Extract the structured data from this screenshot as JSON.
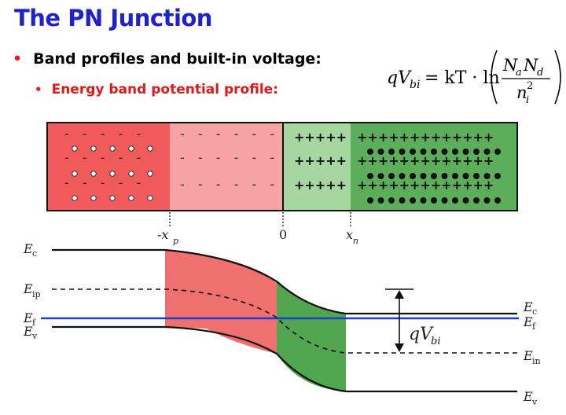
{
  "title": "The PN Junction",
  "bullet1": "Band profiles and built-in voltage:",
  "bullet2": "Energy band potential profile:",
  "formula": {
    "lhs": "qV",
    "lhs_sub": "bi",
    "eq": "= kT · ln",
    "num": "N",
    "num_sub1": "a",
    "num2": "N",
    "num_sub2": "d",
    "den": "n",
    "den_sub": "i",
    "den_sup": "2"
  },
  "junction": {
    "p_minus_row": "- - - - -",
    "p_minus_row_light": "- - - - - -",
    "n_plus_row_light": "+++++",
    "n_plus_row_dark": "+++++++++++++"
  },
  "axis_labels": {
    "xp": "-x",
    "xp_sub": "p",
    "zero": "0",
    "xn": "x",
    "xn_sub": "n"
  },
  "bands": {
    "ec_left": "E",
    "ec_left_sub": "c",
    "eip": "E",
    "eip_sub": "ip",
    "ef_left": "E",
    "ef_left_sub": "f",
    "ev_left": "E",
    "ev_left_sub": "v",
    "ec_right": "E",
    "ec_right_sub": "c",
    "ef_right": "E",
    "ef_right_sub": "f",
    "ein": "E",
    "ein_sub": "in",
    "ev_right": "E",
    "ev_right_sub": "v",
    "qvbi": "qV",
    "qvbi_sub": "bi"
  },
  "colors": {
    "title": "#1e22c8",
    "bullet_red": "#e01818",
    "p_dark": "#f05a5a",
    "p_light": "#f7a3a3",
    "n_light": "#a6d7a0",
    "n_dark": "#5cae5a",
    "fermi": "#1a3fd0"
  }
}
